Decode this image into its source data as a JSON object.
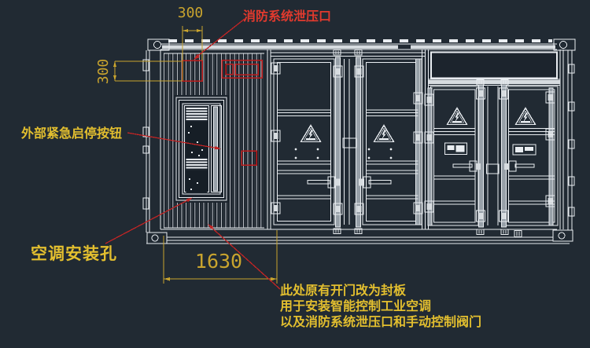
{
  "dimensions": {
    "top_width": "300",
    "left_height": "300",
    "bottom_width": "1630"
  },
  "callouts": {
    "fire_relief": "消防系统泄压口",
    "emergency_button": "外部紧急启停按钮",
    "ac_hole": "空调安装孔",
    "note_lines": [
      "此处原有开门改为封板",
      "用于安装智能控制工业空调",
      "以及消防系统泄压口和手动控制阀门"
    ]
  },
  "icons": {
    "hazard": "high-voltage-warning-triangle-icon"
  },
  "colors": {
    "bg": "#212a33",
    "line": "#e9edf1",
    "gold": "#c9a42e",
    "gold-text": "#e3bf2f",
    "red": "#bd1a1a",
    "red-line": "#c22424",
    "red-text": "#e23a2e"
  }
}
